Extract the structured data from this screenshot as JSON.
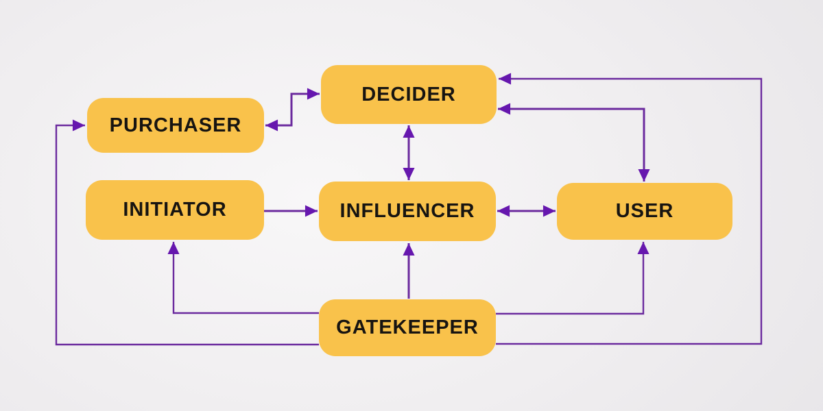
{
  "diagram": {
    "type": "flowchart",
    "nodes": [
      {
        "id": "purchaser",
        "label": "PURCHASER"
      },
      {
        "id": "decider",
        "label": "DECIDER"
      },
      {
        "id": "initiator",
        "label": "INITIATOR"
      },
      {
        "id": "influencer",
        "label": "INFLUENCER"
      },
      {
        "id": "user",
        "label": "USER"
      },
      {
        "id": "gatekeeper",
        "label": "GATEKEEPER"
      }
    ],
    "connections": [
      {
        "from": "purchaser",
        "to": "decider",
        "bidirectional": true,
        "route": "elbow-right-up"
      },
      {
        "from": "decider",
        "to": "influencer",
        "bidirectional": true,
        "route": "vertical"
      },
      {
        "from": "initiator",
        "to": "influencer",
        "bidirectional": false,
        "route": "horizontal"
      },
      {
        "from": "influencer",
        "to": "user",
        "bidirectional": true,
        "route": "horizontal"
      },
      {
        "from": "decider",
        "to": "user",
        "bidirectional": true,
        "route": "elbow-right-down"
      },
      {
        "from": "gatekeeper",
        "to": "influencer",
        "bidirectional": false,
        "route": "vertical"
      },
      {
        "from": "gatekeeper",
        "to": "initiator",
        "bidirectional": false,
        "route": "elbow-left-up"
      },
      {
        "from": "gatekeeper",
        "to": "user",
        "bidirectional": false,
        "route": "elbow-right-up"
      },
      {
        "from": "gatekeeper",
        "to": "purchaser",
        "bidirectional": false,
        "route": "loop-left-edge"
      },
      {
        "from": "gatekeeper",
        "to": "decider",
        "bidirectional": false,
        "route": "loop-right-edge"
      }
    ],
    "colors": {
      "node_fill": "#f9c24b",
      "node_text": "#171411",
      "arrow_line": "#6b2a9e",
      "arrow_head": "#6617ae",
      "background_center": "#f8f7f8",
      "background_edge": "#e8e6e9"
    }
  }
}
